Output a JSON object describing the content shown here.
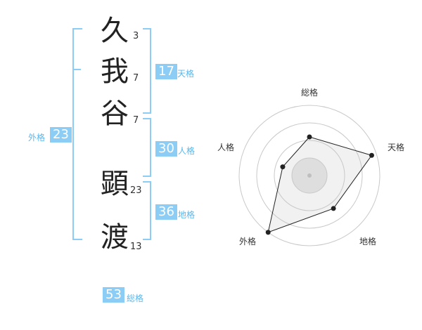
{
  "name": [
    {
      "char": "久",
      "strokes": "3"
    },
    {
      "char": "我",
      "strokes": "7"
    },
    {
      "char": "谷",
      "strokes": "7"
    },
    {
      "char": "顕",
      "strokes": "23"
    },
    {
      "char": "渡",
      "strokes": "13"
    }
  ],
  "fortunes": {
    "tenkaku": {
      "value": "17",
      "label": "天格"
    },
    "jinkaku": {
      "value": "30",
      "label": "人格"
    },
    "chikaku": {
      "value": "36",
      "label": "地格"
    },
    "gaikaku": {
      "value": "23",
      "label": "外格"
    },
    "soukaku": {
      "value": "53",
      "label": "総格"
    }
  },
  "colors": {
    "accent": "#8ccdf6",
    "accent_text": "#59b8ee"
  },
  "chart_data": {
    "type": "radar",
    "axes": [
      "総格",
      "天格",
      "地格",
      "外格",
      "人格"
    ],
    "values": [
      0.55,
      0.93,
      0.58,
      1.0,
      0.4
    ],
    "rings": 4,
    "grid": true
  }
}
